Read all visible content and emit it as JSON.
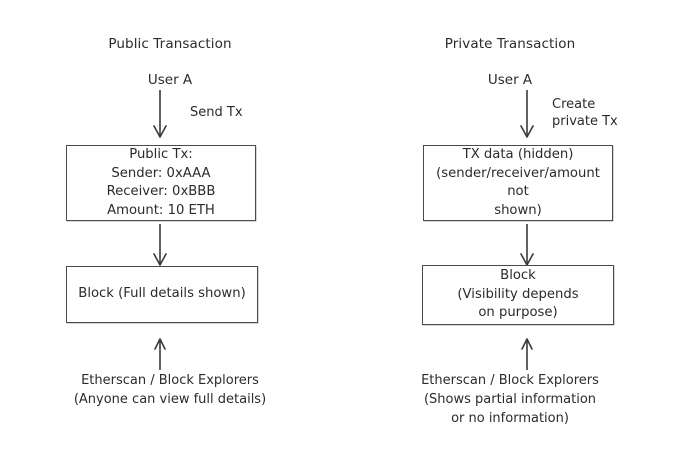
{
  "diagram": {
    "background": "#ffffff",
    "line_color": "#3a3a3a",
    "text_color": "#2b2b2b",
    "box_border_color": "#4a4a4a",
    "columns": [
      {
        "id": "public",
        "title": "Public Transaction",
        "actor": "User A",
        "edge_label": "Send Tx",
        "tx_box": "Public Tx:\nSender: 0xAAA\nReceiver: 0xBBB\nAmount: 10 ETH",
        "block_box": "Block (Full details shown)",
        "footnote": "Etherscan / Block Explorers\n(Anyone can view full details)"
      },
      {
        "id": "private",
        "title": "Private Transaction",
        "actor": "User A",
        "edge_label": "Create\nprivate Tx",
        "tx_box": "TX data (hidden)\n(sender/receiver/amount not\nshown)",
        "block_box": "Block\n(Visibility depends\non purpose)",
        "footnote": "Etherscan / Block Explorers\n(Shows partial information\nor no information)"
      }
    ]
  }
}
